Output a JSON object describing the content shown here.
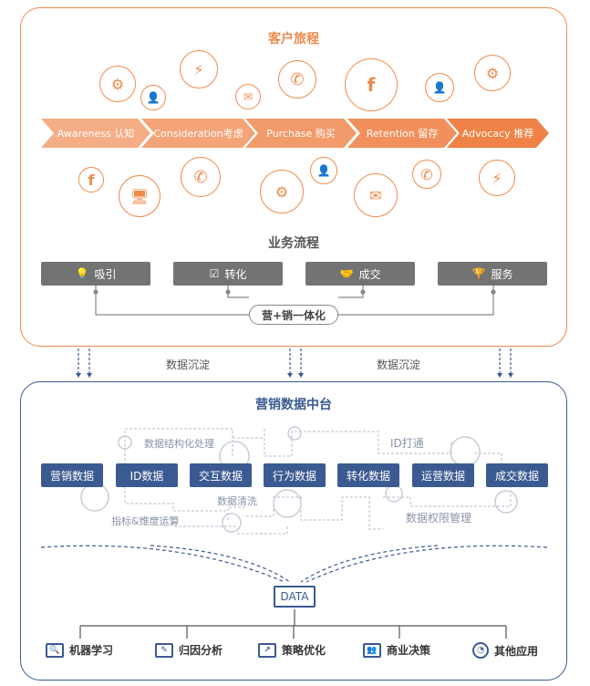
{
  "journey": {
    "title": "客户旅程",
    "stages": [
      "Awareness 认知",
      "Consideration考虑",
      "Purchase 购买",
      "Retention 留存",
      "Advocacy 推荐"
    ]
  },
  "business": {
    "title": "业务流程",
    "items": [
      "吸引",
      "转化",
      "成交",
      "服务"
    ],
    "integration": "营+销一体化"
  },
  "flow_labels": [
    "数据沉淀",
    "数据沉淀"
  ],
  "platform": {
    "title": "营销数据中台",
    "data_boxes": [
      "营销数据",
      "ID数据",
      "交互数据",
      "行为数据",
      "转化数据",
      "运营数据",
      "成交数据"
    ],
    "processes": [
      "数据结构化处理",
      "ID打通",
      "数据清洗",
      "指标&维度运算",
      "数据权限管理"
    ],
    "hub": "DATA",
    "applications": [
      "机器学习",
      "归因分析",
      "策略优化",
      "商业决策",
      "其他应用"
    ]
  },
  "colors": {
    "orange": "#f08a4b",
    "navy": "#3b5a92",
    "grey": "#737373"
  }
}
